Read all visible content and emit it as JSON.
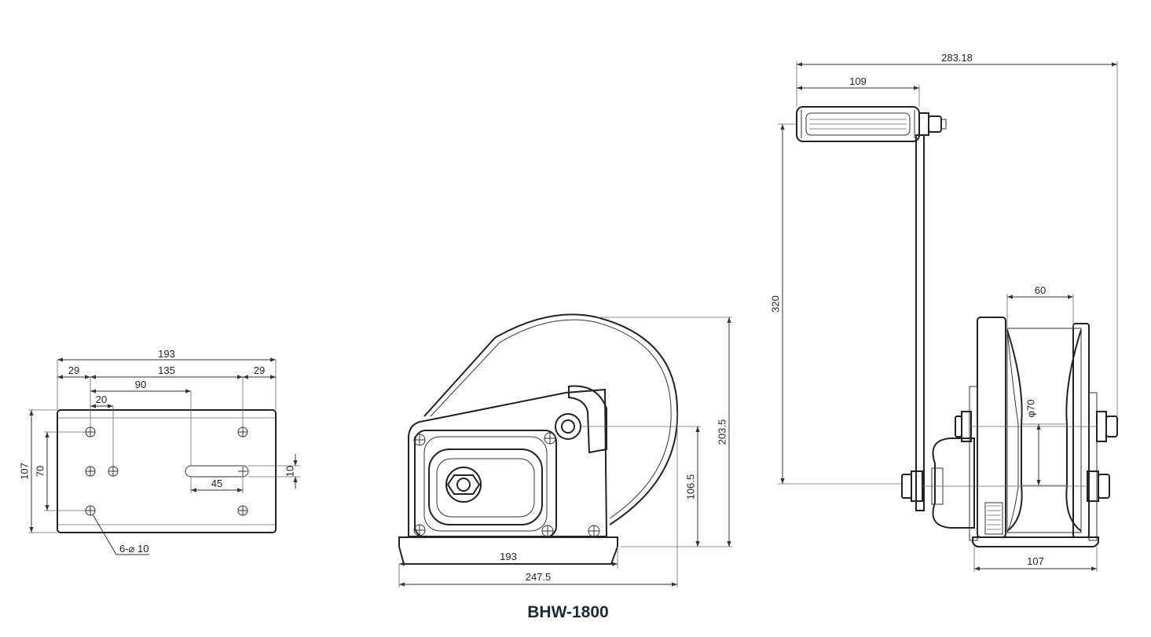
{
  "model": "BHW-1800",
  "base_plate_view": {
    "overall_width": "193",
    "edge_left": "29",
    "hole_span": "135",
    "edge_right": "29",
    "dim_90": "90",
    "dim_20": "20",
    "slot_45": "45",
    "slot_10": "10",
    "height_107": "107",
    "height_70": "70",
    "holes_callout": "6-⌀ 10"
  },
  "side_view": {
    "base_193": "193",
    "overall_247_5": "247.5",
    "height_106_5": "106.5",
    "height_203_5": "203.5"
  },
  "front_view": {
    "overall_283_18": "283.18",
    "handle_109": "109",
    "crank_320": "320",
    "drum_60": "60",
    "drum_dia": "φ70",
    "base_107": "107"
  }
}
